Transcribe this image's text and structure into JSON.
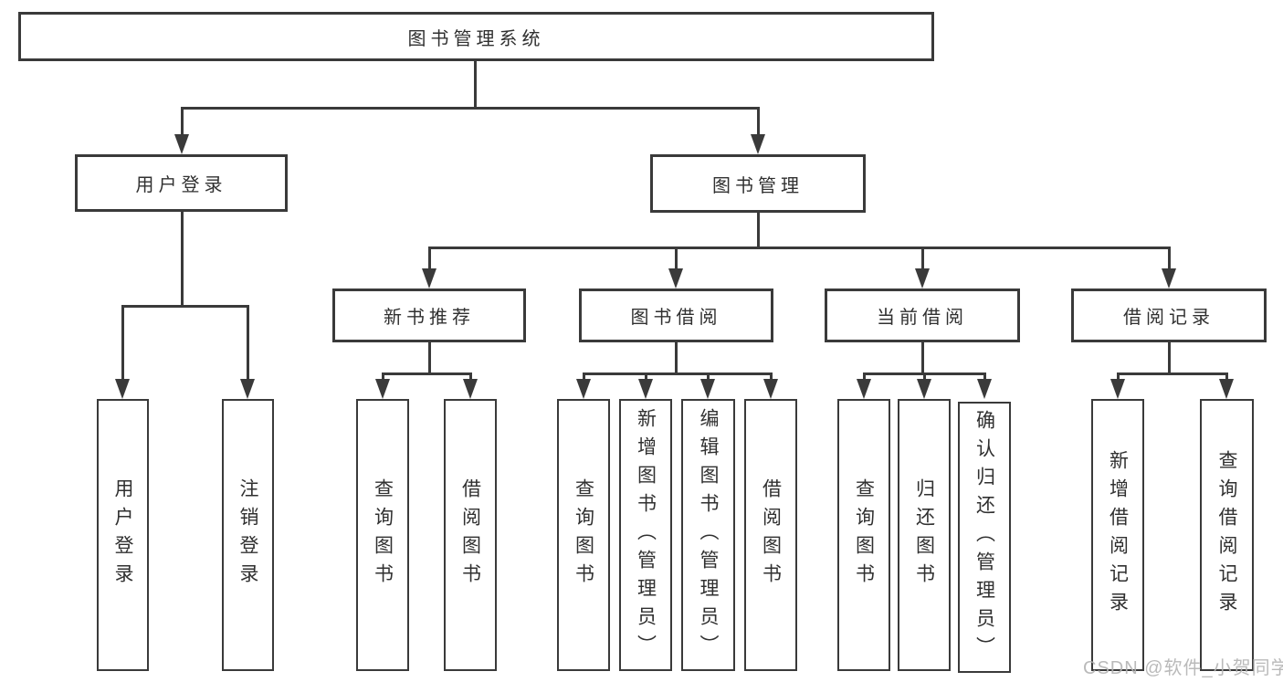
{
  "diagram": {
    "root": {
      "label": "图书管理系统"
    },
    "level2": [
      {
        "label": "用户登录"
      },
      {
        "label": "图书管理"
      }
    ],
    "level3": [
      {
        "label": "新书推荐"
      },
      {
        "label": "图书借阅"
      },
      {
        "label": "当前借阅"
      },
      {
        "label": "借阅记录"
      }
    ],
    "leaves": {
      "user_login": [
        {
          "label": "用户登录"
        },
        {
          "label": "注销登录"
        }
      ],
      "new_book": [
        {
          "label": "查询图书"
        },
        {
          "label": "借阅图书"
        }
      ],
      "book_borrow": [
        {
          "label": "查询图书"
        },
        {
          "label": "新增图书（管理员）"
        },
        {
          "label": "编辑图书（管理员）"
        },
        {
          "label": "借阅图书"
        }
      ],
      "current_borrow": [
        {
          "label": "查询图书"
        },
        {
          "label": "归还图书"
        },
        {
          "label": "确认归还（管理员）"
        }
      ],
      "borrow_record": [
        {
          "label": "新增借阅记录"
        },
        {
          "label": "查询借阅记录"
        }
      ]
    },
    "watermark": {
      "label": "CSDN @软件_小贺同学"
    },
    "colors": {
      "line": "#3a3a3a",
      "text": "#303030",
      "watermark": "#b3b3b3",
      "background": "#ffffff"
    }
  }
}
